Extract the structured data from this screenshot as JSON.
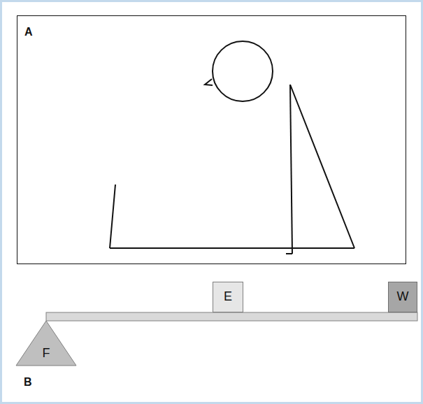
{
  "diagram": {
    "nodes": [
      {
        "text": [
          "A"
        ]
      },
      {
        "text": [
          "E"
        ]
      },
      {
        "text": [
          "W"
        ]
      },
      {
        "text": [
          "F"
        ]
      }
    ],
    "labels": [
      "B"
    ]
  }
}
